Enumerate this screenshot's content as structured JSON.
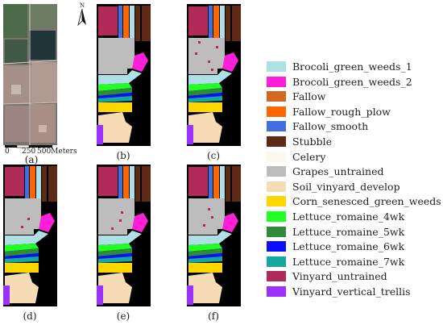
{
  "scale_bar": {
    "ticks": [
      "0",
      "250",
      "500Meters"
    ]
  },
  "north": "N",
  "captions": [
    "(a)",
    "(b)",
    "(c)",
    "(d)",
    "(e)",
    "(f)"
  ],
  "legend": [
    {
      "label": "Brocoli_green_weeds_1",
      "color": "#aee0e6"
    },
    {
      "label": "Brocoli_green_weeds_2",
      "color": "#ff1fd8"
    },
    {
      "label": "Fallow",
      "color": "#d2691e"
    },
    {
      "label": "Fallow_rough_plow",
      "color": "#ff6600"
    },
    {
      "label": "Fallow_smooth",
      "color": "#3f6fe0"
    },
    {
      "label": "Stubble",
      "color": "#5c2a17"
    },
    {
      "label": "Celery",
      "color": "#fdf8ee"
    },
    {
      "label": "Grapes_untrained",
      "color": "#bdbdbd"
    },
    {
      "label": "Soil_vinyard_develop",
      "color": "#f5dcb4"
    },
    {
      "label": "Corn_senesced_green_weeds",
      "color": "#ffd700"
    },
    {
      "label": "Lettuce_romaine_4wk",
      "color": "#22ff22"
    },
    {
      "label": "Lettuce_romaine_5wk",
      "color": "#2e8b3a"
    },
    {
      "label": "Lettuce_romaine_6wk",
      "color": "#0a10ff"
    },
    {
      "label": "Lettuce_romaine_7wk",
      "color": "#16a8a0"
    },
    {
      "label": "Vinyard_untrained",
      "color": "#b22a5a"
    },
    {
      "label": "Vinyard_vertical_trellis",
      "color": "#9b30ff"
    }
  ]
}
